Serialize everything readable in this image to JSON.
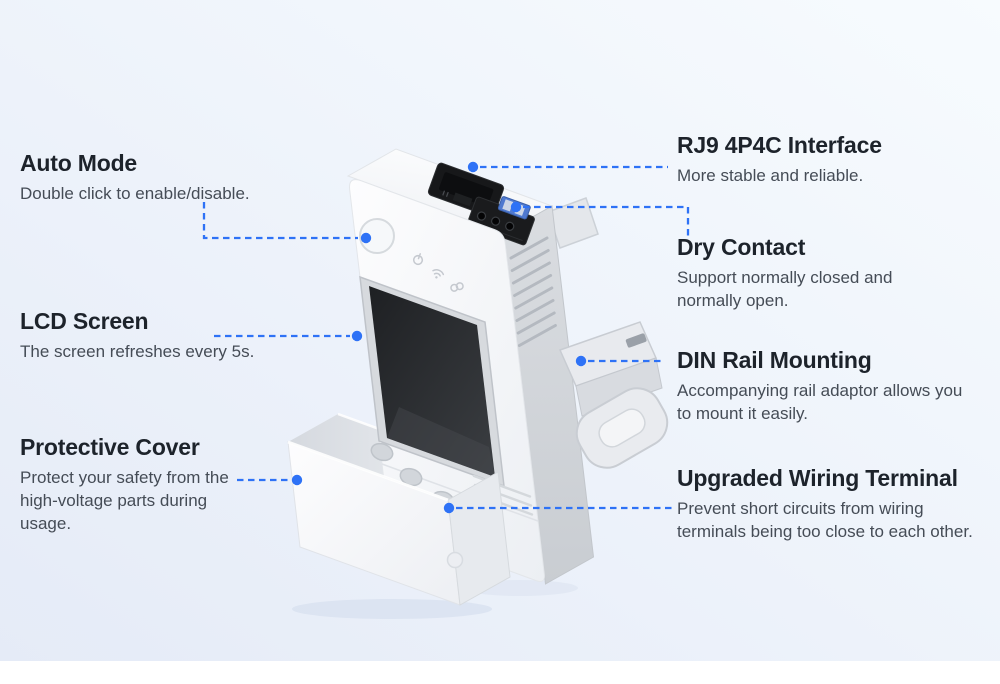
{
  "colors": {
    "accent": "#2e72f6",
    "heading": "#1d232b",
    "body_text": "#454c56",
    "background_top": "#f7fbfe",
    "background_bottom": "#e5ebf7"
  },
  "callouts": {
    "left": [
      {
        "id": "auto-mode",
        "title": "Auto Mode",
        "description": "Double click to enable/disable."
      },
      {
        "id": "lcd-screen",
        "title": "LCD Screen",
        "description": "The screen refreshes every 5s."
      },
      {
        "id": "protective-cover",
        "title": "Protective Cover",
        "description": "Protect your safety from the high-voltage parts during usage."
      }
    ],
    "right": [
      {
        "id": "rj9-interface",
        "title": "RJ9 4P4C Interface",
        "description": "More stable and reliable."
      },
      {
        "id": "dry-contact",
        "title": "Dry Contact",
        "description": "Support normally closed and normally open."
      },
      {
        "id": "din-rail",
        "title": "DIN Rail Mounting",
        "description": "Accompanying rail adaptor allows you to mount it easily."
      },
      {
        "id": "wiring-terminal",
        "title": "Upgraded Wiring Terminal",
        "description": "Prevent short circuits from wiring terminals being too close to each other."
      }
    ]
  },
  "device": {
    "kind": "smart-relay-switch",
    "parts": [
      "rj9-port",
      "dry-contact-terminal",
      "reset-button",
      "lcd-display",
      "heat-vents",
      "din-rail-adaptor",
      "wiring-terminal-holes",
      "protective-cover"
    ],
    "status_icons": [
      "power-icon",
      "wifi-icon",
      "link-icon"
    ]
  }
}
